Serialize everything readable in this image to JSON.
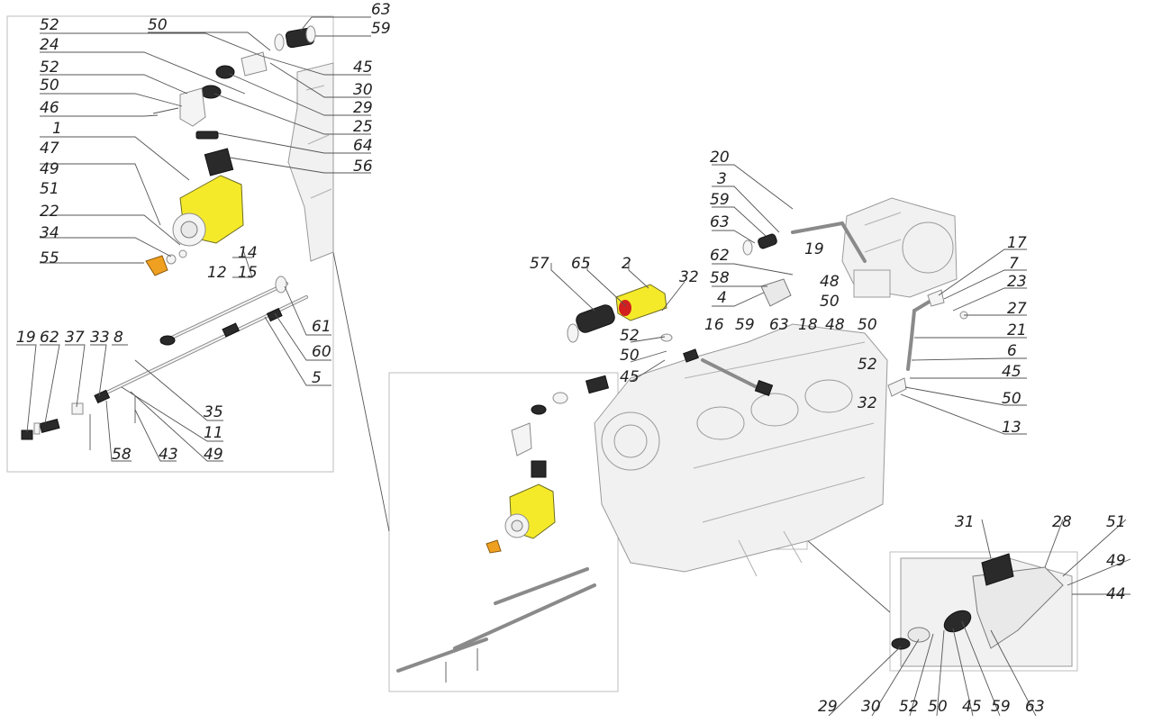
{
  "diagram": {
    "kind": "exploded-assembly",
    "highlight_colors": {
      "pump_body": "#f5ea2a",
      "seal_insert": "#d21f1f",
      "tap_fitting": "#f0a020"
    },
    "callouts": [
      {
        "id": "c-52a",
        "text": "52"
      },
      {
        "id": "c-50a",
        "text": "50"
      },
      {
        "id": "c-63a",
        "text": "63"
      },
      {
        "id": "c-59a",
        "text": "59"
      },
      {
        "id": "c-24",
        "text": "24"
      },
      {
        "id": "c-52b",
        "text": "52"
      },
      {
        "id": "c-45a",
        "text": "45"
      },
      {
        "id": "c-50b",
        "text": "50"
      },
      {
        "id": "c-30a",
        "text": "30"
      },
      {
        "id": "c-46",
        "text": "46"
      },
      {
        "id": "c-29a",
        "text": "29"
      },
      {
        "id": "c-25",
        "text": "25"
      },
      {
        "id": "c-1",
        "text": "1"
      },
      {
        "id": "c-64",
        "text": "64"
      },
      {
        "id": "c-47",
        "text": "47"
      },
      {
        "id": "c-56",
        "text": "56"
      },
      {
        "id": "c-49a",
        "text": "49"
      },
      {
        "id": "c-51a",
        "text": "51"
      },
      {
        "id": "c-22",
        "text": "22"
      },
      {
        "id": "c-34",
        "text": "34"
      },
      {
        "id": "c-14",
        "text": "14"
      },
      {
        "id": "c-55",
        "text": "55"
      },
      {
        "id": "c-12",
        "text": "12"
      },
      {
        "id": "c-15",
        "text": "15"
      },
      {
        "id": "c-61",
        "text": "61"
      },
      {
        "id": "c-19a",
        "text": "19"
      },
      {
        "id": "c-62a",
        "text": "62"
      },
      {
        "id": "c-37",
        "text": "37"
      },
      {
        "id": "c-33",
        "text": "33"
      },
      {
        "id": "c-8",
        "text": "8"
      },
      {
        "id": "c-60",
        "text": "60"
      },
      {
        "id": "c-5",
        "text": "5"
      },
      {
        "id": "c-35",
        "text": "35"
      },
      {
        "id": "c-11",
        "text": "11"
      },
      {
        "id": "c-58a",
        "text": "58"
      },
      {
        "id": "c-43",
        "text": "43"
      },
      {
        "id": "c-49b",
        "text": "49"
      },
      {
        "id": "c-20",
        "text": "20"
      },
      {
        "id": "c-3",
        "text": "3"
      },
      {
        "id": "c-59b",
        "text": "59"
      },
      {
        "id": "c-63b",
        "text": "63"
      },
      {
        "id": "c-19b",
        "text": "19"
      },
      {
        "id": "c-17",
        "text": "17"
      },
      {
        "id": "c-57",
        "text": "57"
      },
      {
        "id": "c-65",
        "text": "65"
      },
      {
        "id": "c-2",
        "text": "2"
      },
      {
        "id": "c-62b",
        "text": "62"
      },
      {
        "id": "c-7",
        "text": "7"
      },
      {
        "id": "c-58b",
        "text": "58"
      },
      {
        "id": "c-32a",
        "text": "32"
      },
      {
        "id": "c-48a",
        "text": "48"
      },
      {
        "id": "c-23",
        "text": "23"
      },
      {
        "id": "c-4",
        "text": "4"
      },
      {
        "id": "c-50c",
        "text": "50"
      },
      {
        "id": "c-27",
        "text": "27"
      },
      {
        "id": "c-16",
        "text": "16"
      },
      {
        "id": "c-59c",
        "text": "59"
      },
      {
        "id": "c-63c",
        "text": "63"
      },
      {
        "id": "c-18",
        "text": "18"
      },
      {
        "id": "c-48b",
        "text": "48"
      },
      {
        "id": "c-50d",
        "text": "50"
      },
      {
        "id": "c-21",
        "text": "21"
      },
      {
        "id": "c-52c",
        "text": "52"
      },
      {
        "id": "c-6",
        "text": "6"
      },
      {
        "id": "c-50e",
        "text": "50"
      },
      {
        "id": "c-52d",
        "text": "52"
      },
      {
        "id": "c-45b",
        "text": "45"
      },
      {
        "id": "c-45c",
        "text": "45"
      },
      {
        "id": "c-32b",
        "text": "32"
      },
      {
        "id": "c-50f",
        "text": "50"
      },
      {
        "id": "c-13",
        "text": "13"
      },
      {
        "id": "c-31",
        "text": "31"
      },
      {
        "id": "c-28",
        "text": "28"
      },
      {
        "id": "c-51b",
        "text": "51"
      },
      {
        "id": "c-49c",
        "text": "49"
      },
      {
        "id": "c-44",
        "text": "44"
      },
      {
        "id": "c-29b",
        "text": "29"
      },
      {
        "id": "c-30b",
        "text": "30"
      },
      {
        "id": "c-52e",
        "text": "52"
      },
      {
        "id": "c-50g",
        "text": "50"
      },
      {
        "id": "c-45d",
        "text": "45"
      },
      {
        "id": "c-59d",
        "text": "59"
      },
      {
        "id": "c-63d",
        "text": "63"
      }
    ]
  }
}
